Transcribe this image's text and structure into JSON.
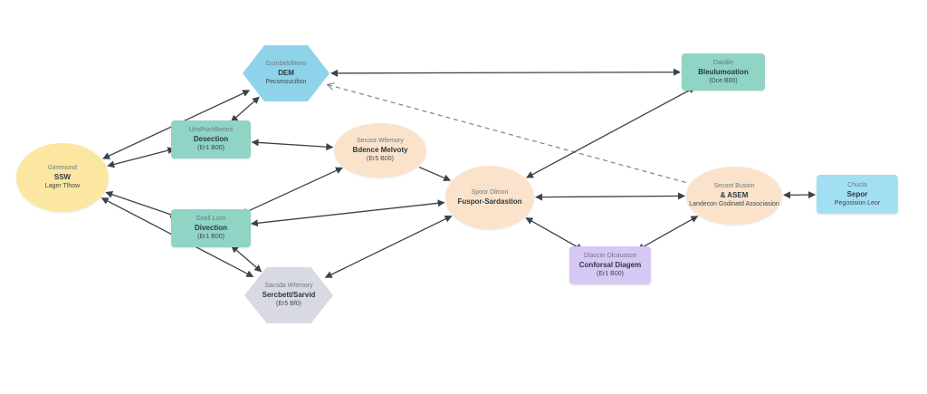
{
  "colors": {
    "teal": "#8fd4c4",
    "peach": "#fbe3cb",
    "yellow": "#fbe7a1",
    "blue": "#8fd3ea",
    "sky": "#a3dff2",
    "lavender": "#d6c7f4",
    "gray": "#d9d9e4",
    "edge": "#3a4348",
    "dashed_edge": "#7c7f9c"
  },
  "nodes": [
    {
      "id": "root",
      "shape": "ellipse",
      "color": "yellow",
      "line1": "Gimmiond",
      "line2": "SSW",
      "line3": "Lager Tlhow"
    },
    {
      "id": "top-hex",
      "shape": "hexagon",
      "color": "blue",
      "line1": "Gumbelolhens",
      "line2": "DEM",
      "line3": "Pecsmsucifion"
    },
    {
      "id": "teal-upper-left",
      "shape": "rect",
      "color": "teal",
      "line1": "UnsPuchBeons",
      "line2": "Desection",
      "line3": "(Er1 B00)"
    },
    {
      "id": "teal-lower-left",
      "shape": "rect",
      "color": "teal",
      "line1": "Gsell Lsim",
      "line2": "Divection",
      "line3": "(Er1 B00)"
    },
    {
      "id": "peach-center-left",
      "shape": "ellipse",
      "color": "peach",
      "line1": "Secoot Wfemory",
      "line2": "Bdence Melvoty",
      "line3": "(Er5 B00)"
    },
    {
      "id": "gray-hex",
      "shape": "hexagon",
      "color": "gray",
      "line1": "Sacsda Wfemory",
      "line2": "Sercbett/Sarvid",
      "line3": "(Er5 Bf0)"
    },
    {
      "id": "peach-center",
      "shape": "ellipse",
      "color": "peach",
      "line1": "Spoor Dlmon",
      "line2": "Fuspor-Sardastion",
      "line3": ""
    },
    {
      "id": "teal-top-right",
      "shape": "rect",
      "color": "teal",
      "line1": "Daodle",
      "line2": "Bleulumoation",
      "line3": "(Dce B00)"
    },
    {
      "id": "peach-right",
      "shape": "ellipse",
      "color": "peach",
      "line1": "Secoot Busion",
      "line2": "& ASEM",
      "line3": "Landecon Gsdinatd Associasion"
    },
    {
      "id": "lavender",
      "shape": "rect",
      "color": "lavender",
      "line1": "Dlaccer Dlcaussce",
      "line2": "Conforsal Diagem",
      "line3": "(Er1 B00)"
    },
    {
      "id": "blue-far-right",
      "shape": "rect",
      "color": "sky",
      "line1": "Chucla",
      "line2": "Sepor",
      "line3": "Pegosision Leor"
    }
  ],
  "edges": [
    {
      "from": "root",
      "to": "top-hex",
      "style": "double-arrow"
    },
    {
      "from": "root",
      "to": "teal-upper-left",
      "style": "double-arrow"
    },
    {
      "from": "root",
      "to": "teal-lower-left",
      "style": "double-arrow"
    },
    {
      "from": "root",
      "to": "gray-hex",
      "style": "double-arrow"
    },
    {
      "from": "top-hex",
      "to": "teal-upper-left",
      "style": "double-arrow"
    },
    {
      "from": "top-hex",
      "to": "teal-top-right",
      "style": "double-arrow"
    },
    {
      "from": "top-hex",
      "to": "peach-right",
      "style": "dashed"
    },
    {
      "from": "teal-upper-left",
      "to": "peach-center-left",
      "style": "double-arrow"
    },
    {
      "from": "teal-lower-left",
      "to": "peach-center-left",
      "style": "double-arrow"
    },
    {
      "from": "teal-lower-left",
      "to": "peach-center",
      "style": "double-arrow"
    },
    {
      "from": "teal-lower-left",
      "to": "gray-hex",
      "style": "double-arrow"
    },
    {
      "from": "peach-center-left",
      "to": "peach-center",
      "style": "arrow"
    },
    {
      "from": "gray-hex",
      "to": "peach-center",
      "style": "double-arrow"
    },
    {
      "from": "peach-center",
      "to": "teal-top-right",
      "style": "double-arrow"
    },
    {
      "from": "peach-center",
      "to": "peach-right",
      "style": "double-arrow"
    },
    {
      "from": "peach-center",
      "to": "lavender",
      "style": "double-arrow"
    },
    {
      "from": "lavender",
      "to": "peach-right",
      "style": "double-arrow"
    },
    {
      "from": "peach-right",
      "to": "blue-far-right",
      "style": "double-arrow"
    }
  ]
}
